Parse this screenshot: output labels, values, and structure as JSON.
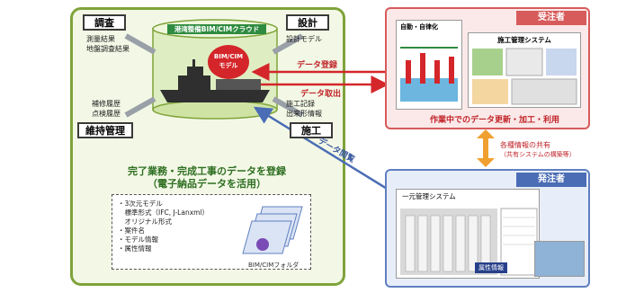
{
  "cloud": {
    "title": "港湾整備BIM/CIMクラウド",
    "model_label_1": "BIM/CIM",
    "model_label_2": "モデル"
  },
  "stages": {
    "survey": {
      "title": "調査",
      "items": [
        "測量結果",
        "地盤調査結果"
      ]
    },
    "design": {
      "title": "設計",
      "items": [
        "設計モデル"
      ]
    },
    "maintenance": {
      "title": "維持管理",
      "items": [
        "補修履歴",
        "点検履歴"
      ]
    },
    "construction": {
      "title": "施工",
      "items": [
        "施工記録",
        "出来形情報"
      ]
    }
  },
  "register": {
    "title_line1": "完了業務・完成工事のデータを登録",
    "title_line2": "（電子納品データを活用）",
    "list": [
      "・3次元モデル",
      "　標準形式（IFC, J-Lanxml）",
      "　オリジナル形式",
      "・案件名",
      "・モデル情報",
      "・属性情報"
    ],
    "folder_label": "BIM/CIMフォルダ"
  },
  "arrows": {
    "register": "データ登録",
    "retrieve": "データ取出",
    "browse": "データ閲覧",
    "share_line1": "各種情報の共有",
    "share_line2": "（共有システムの構築等）"
  },
  "contractor": {
    "tag": "受注者",
    "automation": "自動・自律化",
    "system": "施工管理システム",
    "caption": "作業中でのデータ更新・加工・利用"
  },
  "owner": {
    "tag": "発注者",
    "system": "一元管理システム",
    "attr": "属性情報"
  },
  "colors": {
    "green": "#7fa33a",
    "red": "#d4262a",
    "blue": "#4b6db5",
    "orange": "#f0a030"
  }
}
